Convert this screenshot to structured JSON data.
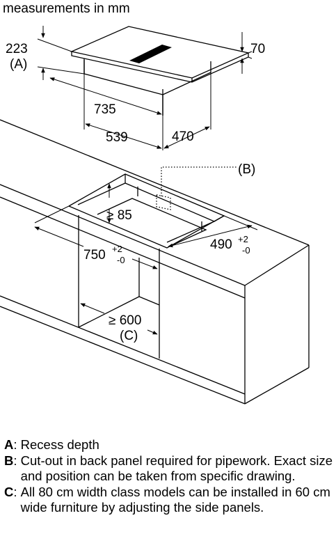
{
  "header": {
    "title": "measurements in mm"
  },
  "dimensions": {
    "d223": "223",
    "a_label": "(A)",
    "d70": "70",
    "d735": "735",
    "d539": "539",
    "d470": "470",
    "b_label": "(B)",
    "d85": "≥ 85",
    "d490": "490",
    "d490_plus": "+2",
    "d490_minus": "-0",
    "d750": "750",
    "d750_plus": "+2",
    "d750_minus": "-0",
    "d600": "≥ 600",
    "c_label": "(C)"
  },
  "legend": [
    {
      "key": "A",
      "sep": ": ",
      "text": "Recess depth"
    },
    {
      "key": "B",
      "sep": ": ",
      "text": "Cut-out in back panel required for pipework. Exact size and position can be taken from specific drawing."
    },
    {
      "key": "C",
      "sep": ": ",
      "text": "All 80 cm width class models can be installed in 60 cm wide furniture by adjusting the side panels."
    }
  ]
}
